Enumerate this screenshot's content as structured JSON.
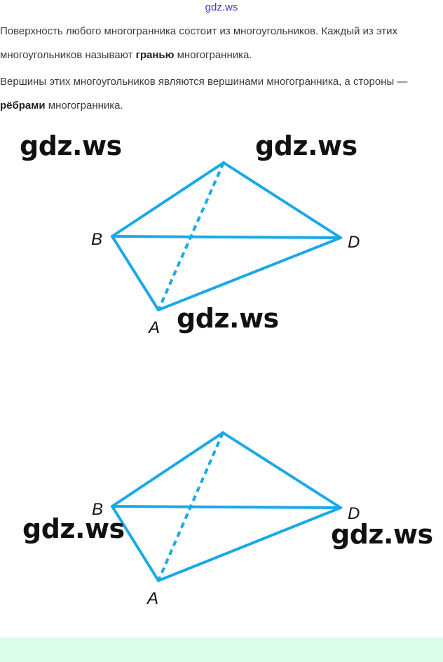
{
  "watermark_top": "gdz.ws",
  "paragraph1": {
    "before": "Поверхность любого многогранника состоит из многоугольников. Каждый из этих многоугольников называют ",
    "bold": "гранью",
    "after": " многогранника."
  },
  "paragraph2": {
    "before": "Вершины этих многоугольников являются вершинами многогранника, а стороны — ",
    "bold": "рёбрами",
    "after": " многогранника."
  },
  "figure_labels": {
    "B": "B",
    "D": "D",
    "A": "A"
  },
  "watermark": "gdz.ws",
  "colors": {
    "edge": "#1ba9e6",
    "footer": "#dcfdeb"
  }
}
